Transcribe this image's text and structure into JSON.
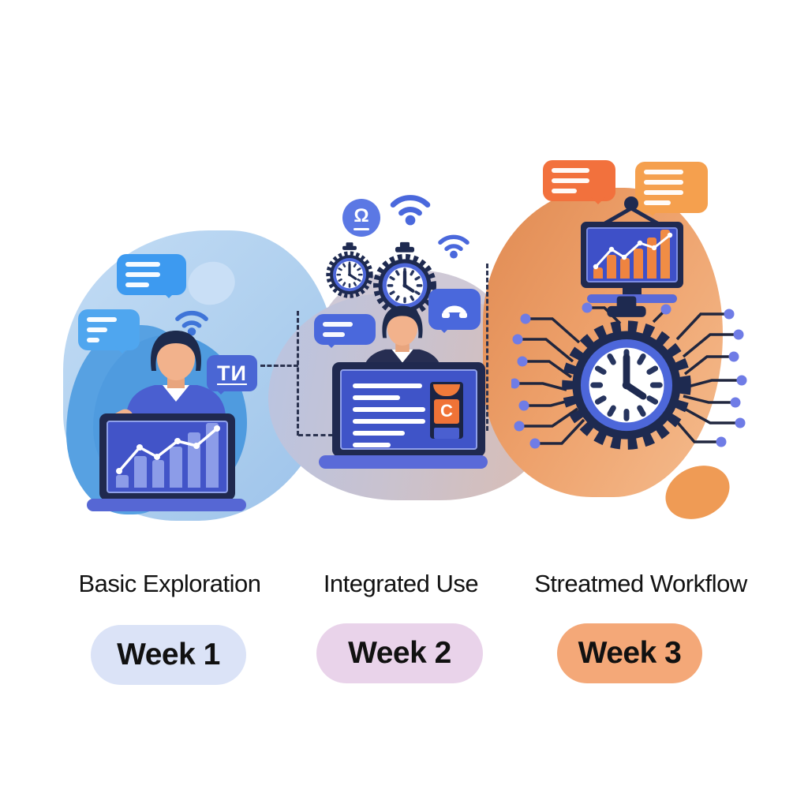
{
  "page": {
    "background": "#ffffff",
    "kind": "three-week-adoption-timeline-infographic"
  },
  "timeline": {
    "stages": [
      {
        "title": "Basic Exploration",
        "week_label": "Week 1",
        "pill_color": "#dbe3f7"
      },
      {
        "title": "Integrated Use",
        "week_label": "Week 2",
        "pill_color": "#e9d3ea"
      },
      {
        "title": "Streatmed Workflow",
        "week_label": "Week 3",
        "pill_color": "#f4a878"
      }
    ]
  },
  "badges": {
    "tn_badge_text": "TИ",
    "gauge_badge_glyph": "Ω",
    "screen_card_letter": "C"
  },
  "icons": {
    "week1": [
      "chat-bubble-icon",
      "wifi-icon",
      "person-at-laptop",
      "bar-chart-trend-icon",
      "tn-speech-badge"
    ],
    "week2": [
      "gauge-badge-icon",
      "wifi-icon",
      "stopwatch-icon",
      "chat-bubble-icon",
      "car-chat-badge",
      "person-at-laptop",
      "document-screen",
      "c-card"
    ],
    "week3": [
      "chat-bubble-icon",
      "hanging-monitor",
      "bar-chart-trend-icon",
      "gear-stopwatch-icon",
      "circuit-traces"
    ]
  },
  "colors": {
    "blue_accent": "#4a68dc",
    "navy": "#1e2a50",
    "light_blue_blob": "#b9d6f2",
    "mid_gray_blob": "#c9c2cf",
    "orange_blob": "#eda06a",
    "bubble_blue": "#3d9af0",
    "bubble_orange_dark": "#f2713d",
    "bubble_orange_light": "#f5a04e",
    "bar_blue": "#8c9ce8",
    "bar_orange": "#ef8440",
    "skin": "#f2b28c"
  }
}
